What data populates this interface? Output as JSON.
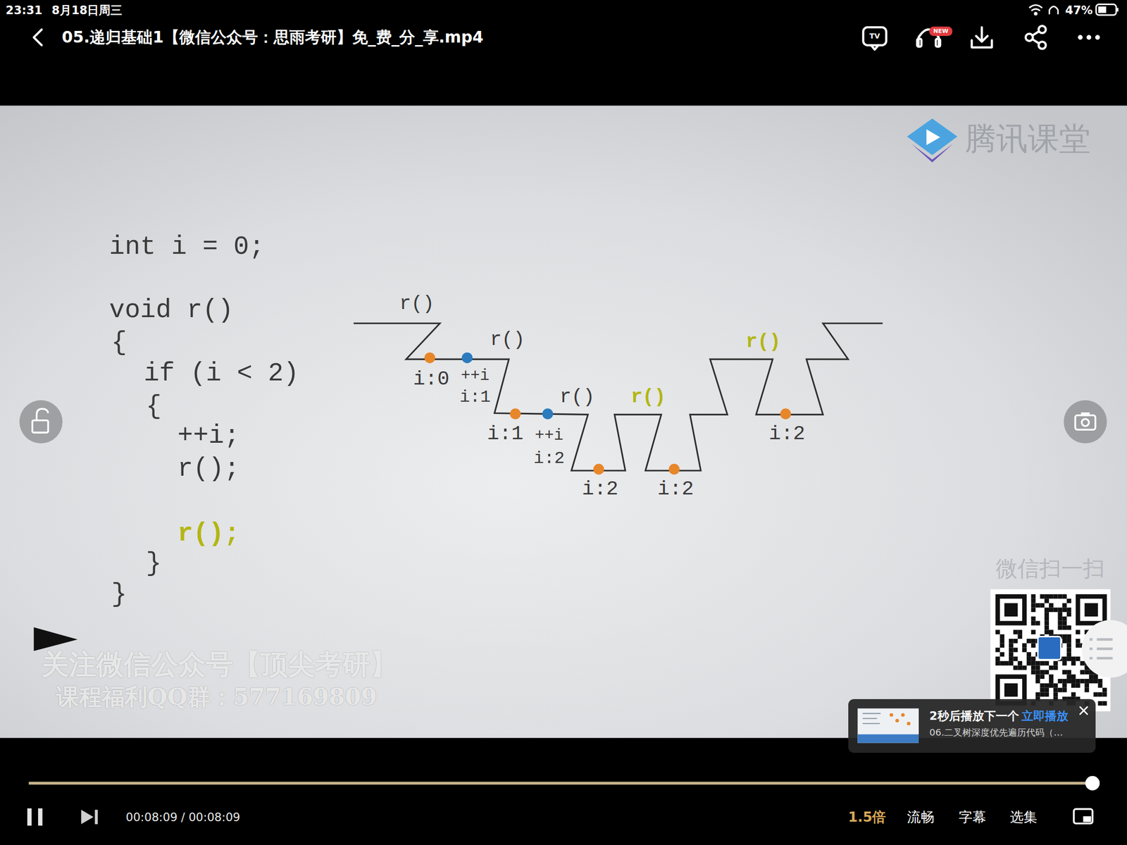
{
  "diagram": {
    "title": "05.递归基础1【微信公众号：思雨考研】免_费_分_享.mp4",
    "nodes": [
      {
        "text": [
          "2秒后播放下一个",
          "立即播放",
          "06.二叉树深度优先遍历代码（…"
        ]
      }
    ],
    "labels": [
      "23:31",
      "8月18日周三",
      "47%",
      "TV",
      "NEW",
      "腾讯课堂",
      "int i = 0;",
      "void r()",
      "{",
      "if (i < 2)",
      "{",
      "++i;",
      "r();",
      "r();",
      "}",
      "}",
      "r()",
      "r()",
      "r()",
      "r()",
      "r()",
      "i:0",
      "++i",
      "i:1",
      "i:1",
      "++i",
      "i:2",
      "i:2",
      "i:2",
      "i:2",
      "关注微信公众号【顶尖考研】",
      "课程福利QQ群：577169809",
      "微信扫一扫",
      "00:08:09 / 00:08:09",
      "1.5倍",
      "流畅",
      "字幕",
      "选集"
    ]
  }
}
